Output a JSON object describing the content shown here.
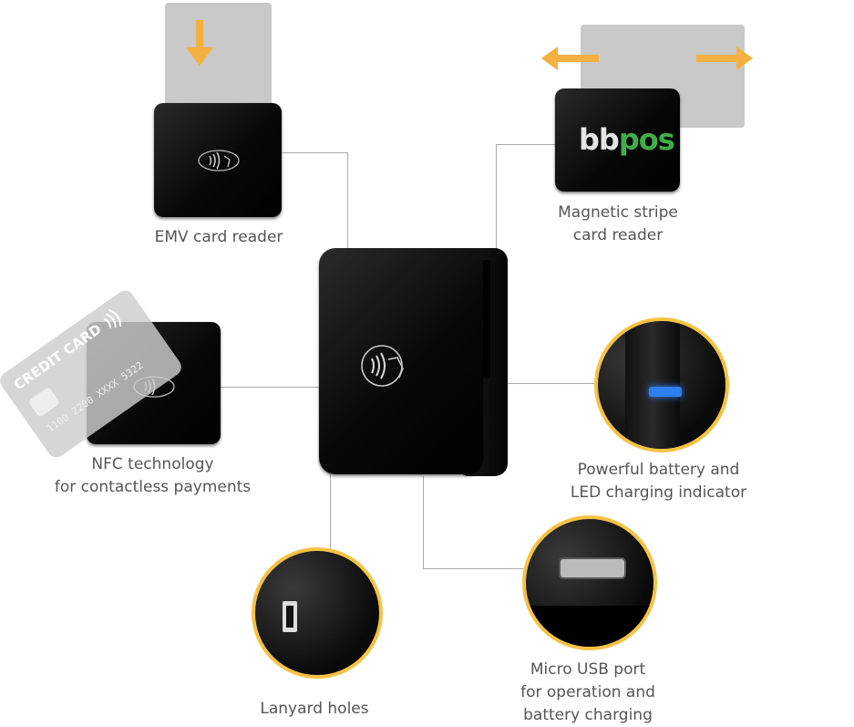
{
  "labels": {
    "emv": "EMV card reader",
    "magstripe_line1": "Magnetic stripe",
    "magstripe_line2": "card reader",
    "nfc_line1": "NFC technology",
    "nfc_line2": "for contactless payments",
    "battery_line1": "Powerful battery and",
    "battery_line2": "LED charging indicator",
    "usb_line1": "Micro USB port",
    "usb_line2": "for operation and",
    "usb_line3": "battery charging",
    "lanyard": "Lanyard holes"
  },
  "brand": {
    "logo_bb": "bb",
    "logo_pos": "pos"
  },
  "nfc_card": {
    "text": "CREDIT CARD",
    "number": "1100 2200 XXXX 5322"
  },
  "colors": {
    "accent_ring": "#f5c244",
    "arrow": "#f5b042",
    "led": "#2f7ff0",
    "brand_green": "#3fae49"
  }
}
